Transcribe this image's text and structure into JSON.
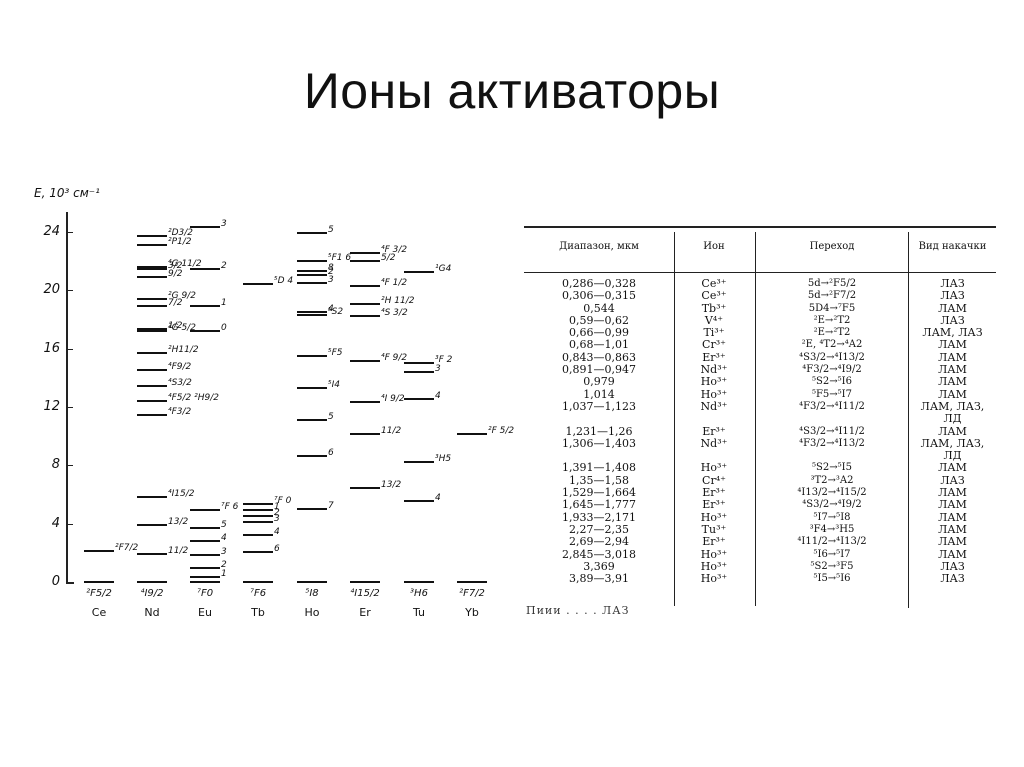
{
  "slide": {
    "title": "Ионы активаторы"
  },
  "diagram": {
    "y_axis_label": "E, 10³ см⁻¹",
    "y_ticks": [
      "0",
      "4",
      "8",
      "12",
      "16",
      "20",
      "24"
    ],
    "ions": [
      {
        "name": "Ce",
        "ground": "²F5/2",
        "levels": [
          {
            "E": 2.2,
            "label": "²F7/2"
          }
        ]
      },
      {
        "name": "Nd",
        "ground": "⁴I9/2",
        "levels": [
          {
            "E": 2.0,
            "label": "11/2"
          },
          {
            "E": 4.0,
            "label": "13/2"
          },
          {
            "E": 5.9,
            "label": "⁴I15/2"
          },
          {
            "E": 11.5,
            "label": "⁴F3/2"
          },
          {
            "E": 12.5,
            "label": "⁴F5/2 ²H9/2"
          },
          {
            "E": 13.5,
            "label": "⁴S3/2"
          },
          {
            "E": 14.6,
            "label": "⁴F9/2"
          },
          {
            "E": 15.8,
            "label": "²H11/2"
          },
          {
            "E": 17.3,
            "label": "²G 5/2"
          },
          {
            "E": 17.4,
            "label": "1/2"
          },
          {
            "E": 19.0,
            "label": "7/2"
          },
          {
            "E": 19.5,
            "label": "²G 9/2"
          },
          {
            "E": 21.0,
            "label": "9/2"
          },
          {
            "E": 21.5,
            "label": "3/2"
          },
          {
            "E": 21.7,
            "label": "⁴G 11/2"
          },
          {
            "E": 23.2,
            "label": "²P1/2"
          },
          {
            "E": 23.8,
            "label": "²D3/2"
          }
        ]
      },
      {
        "name": "Eu",
        "ground": "⁷F0",
        "levels": [
          {
            "E": 0.4,
            "label": "1"
          },
          {
            "E": 1.0,
            "label": "2"
          },
          {
            "E": 1.9,
            "label": "3"
          },
          {
            "E": 2.9,
            "label": "4"
          },
          {
            "E": 3.8,
            "label": "5"
          },
          {
            "E": 5.0,
            "label": "⁷F 6"
          },
          {
            "E": 17.3,
            "label": "0"
          },
          {
            "E": 19.0,
            "label": "1"
          },
          {
            "E": 21.5,
            "label": "2"
          },
          {
            "E": 24.4,
            "label": "3"
          }
        ]
      },
      {
        "name": "Tb",
        "ground": "⁷F6",
        "levels": [
          {
            "E": 2.1,
            "label": "6"
          },
          {
            "E": 3.3,
            "label": "4"
          },
          {
            "E": 4.2,
            "label": "3"
          },
          {
            "E": 4.6,
            "label": "2"
          },
          {
            "E": 5.0,
            "label": "1"
          },
          {
            "E": 5.4,
            "label": "⁷F 0"
          },
          {
            "E": 20.5,
            "label": "⁵D 4"
          }
        ]
      },
      {
        "name": "Ho",
        "ground": "⁵I8",
        "levels": [
          {
            "E": 5.1,
            "label": "7"
          },
          {
            "E": 8.7,
            "label": "6"
          },
          {
            "E": 11.2,
            "label": "5"
          },
          {
            "E": 13.4,
            "label": "⁵I4"
          },
          {
            "E": 15.6,
            "label": "⁵F5"
          },
          {
            "E": 18.4,
            "label": "⁵S2"
          },
          {
            "E": 18.6,
            "label": "4"
          },
          {
            "E": 20.6,
            "label": "3"
          },
          {
            "E": 21.1,
            "label": "2"
          },
          {
            "E": 21.4,
            "label": "8"
          },
          {
            "E": 22.1,
            "label": "⁵F1 6"
          },
          {
            "E": 24.0,
            "label": "5"
          }
        ]
      },
      {
        "name": "Er",
        "ground": "⁴I15/2",
        "levels": [
          {
            "E": 6.5,
            "label": "13/2"
          },
          {
            "E": 10.2,
            "label": "11/2"
          },
          {
            "E": 12.4,
            "label": "⁴I 9/2"
          },
          {
            "E": 15.2,
            "label": "⁴F 9/2"
          },
          {
            "E": 18.3,
            "label": "⁴S 3/2"
          },
          {
            "E": 19.1,
            "label": "²H 11/2"
          },
          {
            "E": 20.4,
            "label": "⁴F 1/2"
          },
          {
            "E": 22.1,
            "label": "5/2"
          },
          {
            "E": 22.6,
            "label": "⁴F 3/2"
          }
        ]
      },
      {
        "name": "Tu",
        "ground": "³H6",
        "levels": [
          {
            "E": 5.6,
            "label": "4"
          },
          {
            "E": 8.3,
            "label": "³H5"
          },
          {
            "E": 12.6,
            "label": "4"
          },
          {
            "E": 14.5,
            "label": "3"
          },
          {
            "E": 15.1,
            "label": "³F 2"
          },
          {
            "E": 21.3,
            "label": "¹G4"
          }
        ]
      },
      {
        "name": "Yb",
        "ground": "²F7/2",
        "levels": [
          {
            "E": 10.2,
            "label": "²F 5/2"
          }
        ]
      }
    ]
  },
  "table": {
    "headers": [
      "Диапазон, мкм",
      "Ион",
      "Переход",
      "Вид накачки"
    ],
    "rows": [
      [
        "0,286—0,328",
        "Ce³⁺",
        "5d→²F5/2",
        "ЛАЗ"
      ],
      [
        "0,306—0,315",
        "Ce³⁺",
        "5d→²F7/2",
        "ЛАЗ"
      ],
      [
        "0,544",
        "Tb³⁺",
        "5D4→⁷F5",
        "ЛАМ"
      ],
      [
        "0,59—0,62",
        "V⁴⁺",
        "²E→²T2",
        "ЛАЗ"
      ],
      [
        "0,66—0,99",
        "Ti³⁺",
        "²E→²T2",
        "ЛАМ, ЛАЗ"
      ],
      [
        "0,68—1,01",
        "Cr³⁺",
        "²E, ⁴T2→⁴A2",
        "ЛАМ"
      ],
      [
        "0,843—0,863",
        "Er³⁺",
        "⁴S3/2→⁴I13/2",
        "ЛАМ"
      ],
      [
        "0,891—0,947",
        "Nd³⁺",
        "⁴F3/2→⁴I9/2",
        "ЛАМ"
      ],
      [
        "0,979",
        "Ho³⁺",
        "⁵S2→⁵I6",
        "ЛАМ"
      ],
      [
        "1,014",
        "Ho³⁺",
        "⁵F5→⁵I7",
        "ЛАМ"
      ],
      [
        "1,037—1,123",
        "Nd³⁺",
        "⁴F3/2→⁴I11/2",
        "ЛАМ, ЛАЗ,"
      ],
      [
        "",
        "",
        "",
        "ЛД"
      ],
      [
        "1,231—1,26",
        "Er³⁺",
        "⁴S3/2→⁴I11/2",
        "ЛАМ"
      ],
      [
        "1,306—1,403",
        "Nd³⁺",
        "⁴F3/2→⁴I13/2",
        "ЛАМ, ЛАЗ,"
      ],
      [
        "",
        "",
        "",
        "ЛД"
      ],
      [
        "1,391—1,408",
        "Ho³⁺",
        "⁵S2→⁵I5",
        "ЛАМ"
      ],
      [
        "1,35—1,58",
        "Cr⁴⁺",
        "³T2→³A2",
        "ЛАЗ"
      ],
      [
        "1,529—1,664",
        "Er³⁺",
        "⁴I13/2→⁴I15/2",
        "ЛАМ"
      ],
      [
        "1,645—1,777",
        "Er³⁺",
        "⁴S3/2→⁴I9/2",
        "ЛАМ"
      ],
      [
        "1,933—2,171",
        "Ho³⁺",
        "⁵I7→⁵I8",
        "ЛАМ"
      ],
      [
        "2,27—2,35",
        "Tu³⁺",
        "³F4→³H5",
        "ЛАМ"
      ],
      [
        "2,69—2,94",
        "Er³⁺",
        "⁴I11/2→⁴I13/2",
        "ЛАМ"
      ],
      [
        "2,845—3,018",
        "Ho³⁺",
        "⁵I6→⁵I7",
        "ЛАМ"
      ],
      [
        "3,369",
        "Ho³⁺",
        "⁵S2→³F5",
        "ЛАЗ"
      ],
      [
        "3,89—3,91",
        "Ho³⁺",
        "⁵I5→⁵I6",
        "ЛАЗ"
      ]
    ]
  }
}
